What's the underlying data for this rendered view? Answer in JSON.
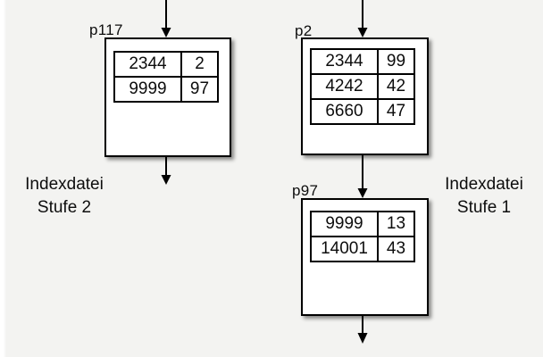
{
  "diagram": {
    "nodes": [
      {
        "label": "p117",
        "rows": [
          [
            "2344",
            "2"
          ],
          [
            "9999",
            "97"
          ]
        ]
      },
      {
        "label": "p2",
        "rows": [
          [
            "2344",
            "99"
          ],
          [
            "4242",
            "42"
          ],
          [
            "6660",
            "47"
          ]
        ]
      },
      {
        "label": "p97",
        "rows": [
          [
            "9999",
            "13"
          ],
          [
            "14001",
            "43"
          ]
        ]
      }
    ],
    "arrows": [
      {
        "name": "arrow-into-p117",
        "from": "top-edge",
        "to": "p117"
      },
      {
        "name": "arrow-out-of-p117",
        "from": "p117",
        "to": "below"
      },
      {
        "name": "arrow-into-p2",
        "from": "top-edge",
        "to": "p2"
      },
      {
        "name": "arrow-p2-to-p97",
        "from": "p2",
        "to": "p97"
      },
      {
        "name": "arrow-out-of-p97",
        "from": "p97",
        "to": "below"
      }
    ],
    "side_labels": [
      {
        "position": "left",
        "lines": [
          "Indexdatei",
          "Stufe 2"
        ]
      },
      {
        "position": "right",
        "lines": [
          "Indexdatei",
          "Stufe 1"
        ]
      }
    ],
    "colors": {
      "background": "#f3f3f1",
      "node_fill": "#ffffff",
      "line": "#000000",
      "shadow": "rgba(0,0,0,0.45)"
    }
  }
}
